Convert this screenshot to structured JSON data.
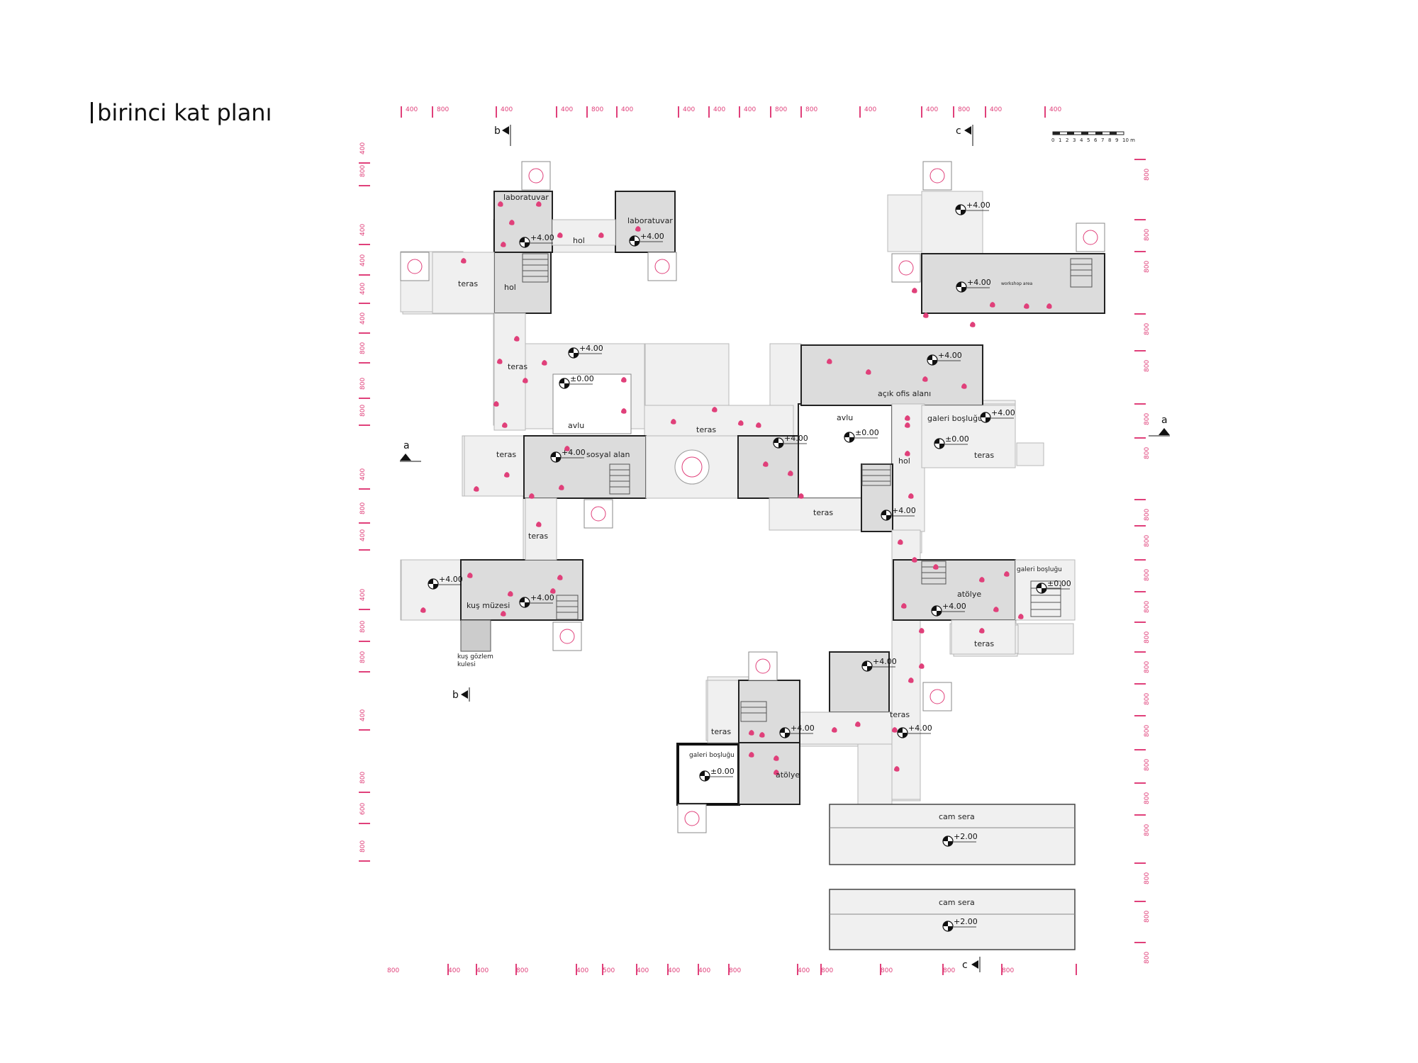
{
  "page": {
    "title": "birinci kat planı"
  },
  "labels": {
    "laboratuvar_1": "laboratuvar",
    "laboratuvar_2": "laboratuvar",
    "hol_top": "hol",
    "hol_left": "hol",
    "hol_right": "hol",
    "teras_nw": "teras",
    "teras_w1": "teras",
    "teras_w2": "teras",
    "teras_w3": "teras",
    "teras_center": "teras",
    "teras_e": "teras",
    "teras_se1": "teras",
    "teras_se2": "teras",
    "teras_s": "teras",
    "avlu_w": "avlu",
    "avlu_e": "avlu",
    "sosyal_alan": "sosyal alan",
    "acik_ofis": "açık ofis alanı",
    "galeri_e": "galeri boşluğu",
    "galeri_se": "galeri boşluğu",
    "galeri_s": "galeri boşluğu",
    "kus_muzesi": "kuş müzesi",
    "kus_gozlem_1": "kuş gözlem",
    "kus_gozlem_2": "kulesi",
    "atolye_e": "atölye",
    "atolye_s": "atölye",
    "cam_sera_1": "cam sera",
    "cam_sera_2": "cam sera",
    "workshop": "workshop area"
  },
  "elevations": {
    "lab1": "+4.00",
    "lab2": "+4.00",
    "nw": "+4.00",
    "avlu_w": "±0.00",
    "sosyal": "+4.00",
    "center": "+4.00",
    "avlu_e": "±0.00",
    "ofis": "+4.00",
    "ne1": "+4.00",
    "ne2": "+4.00",
    "galeri_e1": "+4.00",
    "galeri_e2": "±0.00",
    "teras_e": "+4.00",
    "kus1": "+4.00",
    "kus2": "+4.00",
    "atolye1": "+4.00",
    "galeri_se": "±0.00",
    "s1": "+4.00",
    "s2": "+4.00",
    "s3": "+4.00",
    "galeri_s": "±0.00",
    "sera1": "+2.00",
    "sera2": "+2.00"
  },
  "section_markers": {
    "a_left": "a",
    "a_right": "a",
    "b_top": "b",
    "b_bottom": "b",
    "c_top": "c",
    "c_bottom": "c"
  },
  "scale_bar": {
    "ticks": [
      "0",
      "1",
      "2",
      "3",
      "4",
      "5",
      "6",
      "7",
      "8",
      "9",
      "10 m"
    ]
  },
  "dimensions": {
    "top": [
      "400",
      "800",
      "400",
      "400",
      "800",
      "400",
      "400",
      "400",
      "400",
      "800",
      "800",
      "400",
      "400",
      "800",
      "400",
      "400"
    ],
    "bottom": [
      "800",
      "400",
      "400",
      "800",
      "400",
      "500",
      "400",
      "400",
      "400",
      "800",
      "400",
      "800",
      "800",
      "800",
      "800"
    ],
    "left": [
      "400",
      "800",
      "400",
      "400",
      "400",
      "400",
      "800",
      "800",
      "800",
      "400",
      "800",
      "400",
      "400",
      "800",
      "800",
      "400",
      "800",
      "600",
      "800"
    ],
    "right": [
      "800",
      "800",
      "800",
      "800",
      "800",
      "800",
      "800",
      "800",
      "800",
      "800",
      "800",
      "800",
      "800",
      "800",
      "800",
      "800",
      "800",
      "800",
      "800",
      "800",
      "800"
    ]
  },
  "colors": {
    "accent": "#e0407a",
    "room_fill": "#f0f0f0",
    "room_dark": "#dcdcdc",
    "wall": "#222222"
  }
}
